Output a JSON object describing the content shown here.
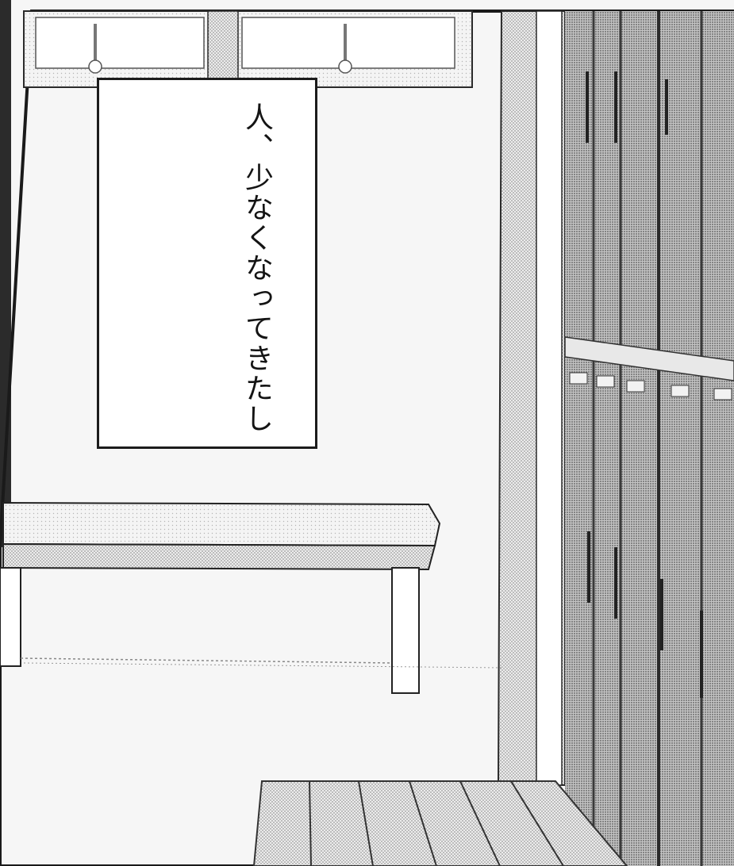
{
  "caption": {
    "lines": [
      "人、",
      "少なくなってきたし"
    ]
  },
  "scene": {
    "setting-icon": "locker-room",
    "palette": {
      "ink": "#1c1c1c",
      "screentone": "#c9c9c9",
      "screentone_dark": "#8d8d8d",
      "paper": "#f6f6f6"
    }
  }
}
